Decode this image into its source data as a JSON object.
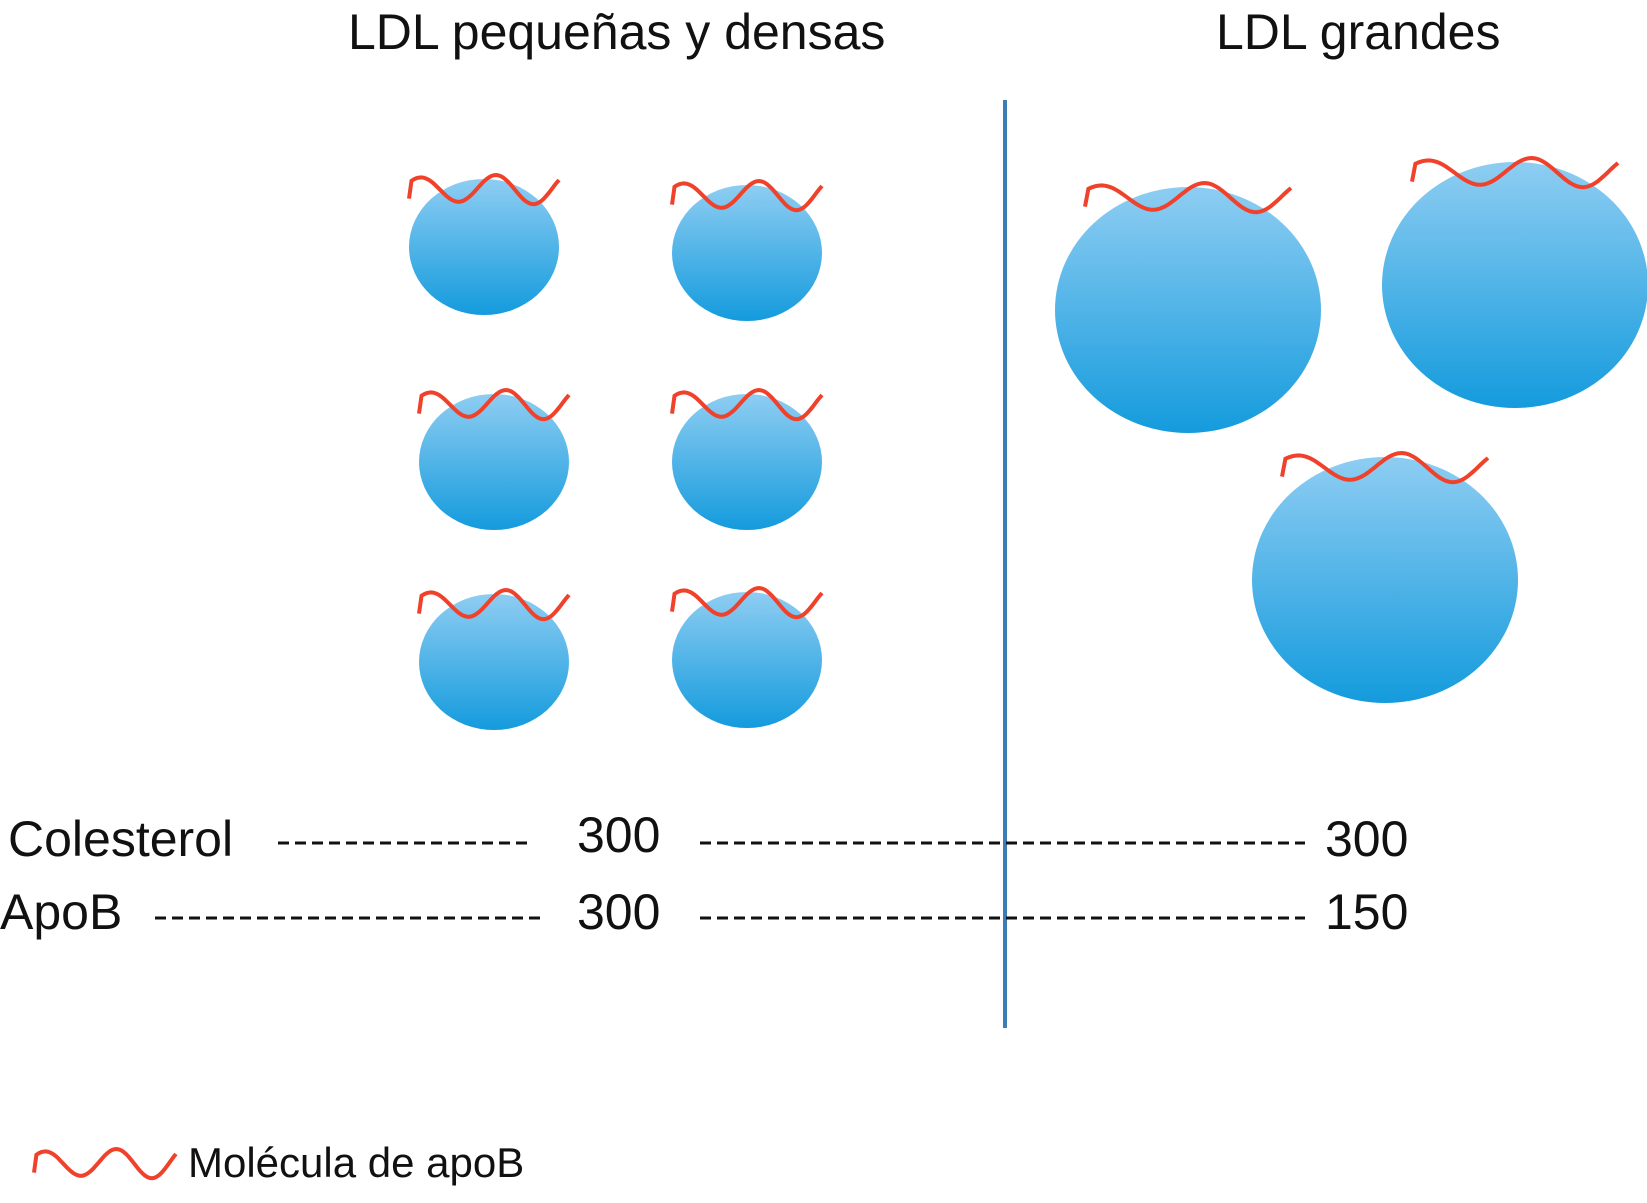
{
  "titles": {
    "small_dense": "LDL pequeñas y densas",
    "large": "LDL grandes"
  },
  "rows": [
    {
      "label": "Colesterol",
      "small_dense_value": "300",
      "large_value": "300"
    },
    {
      "label": "ApoB",
      "small_dense_value": "300",
      "large_value": "150"
    }
  ],
  "legend": {
    "icon": "apob-wave-icon",
    "label": "Molécula de apoB"
  },
  "colors": {
    "particle_top": "#8ecdf2",
    "particle_bottom": "#149bdd",
    "apob": "#f0412b",
    "divider": "#3d7db5"
  }
}
